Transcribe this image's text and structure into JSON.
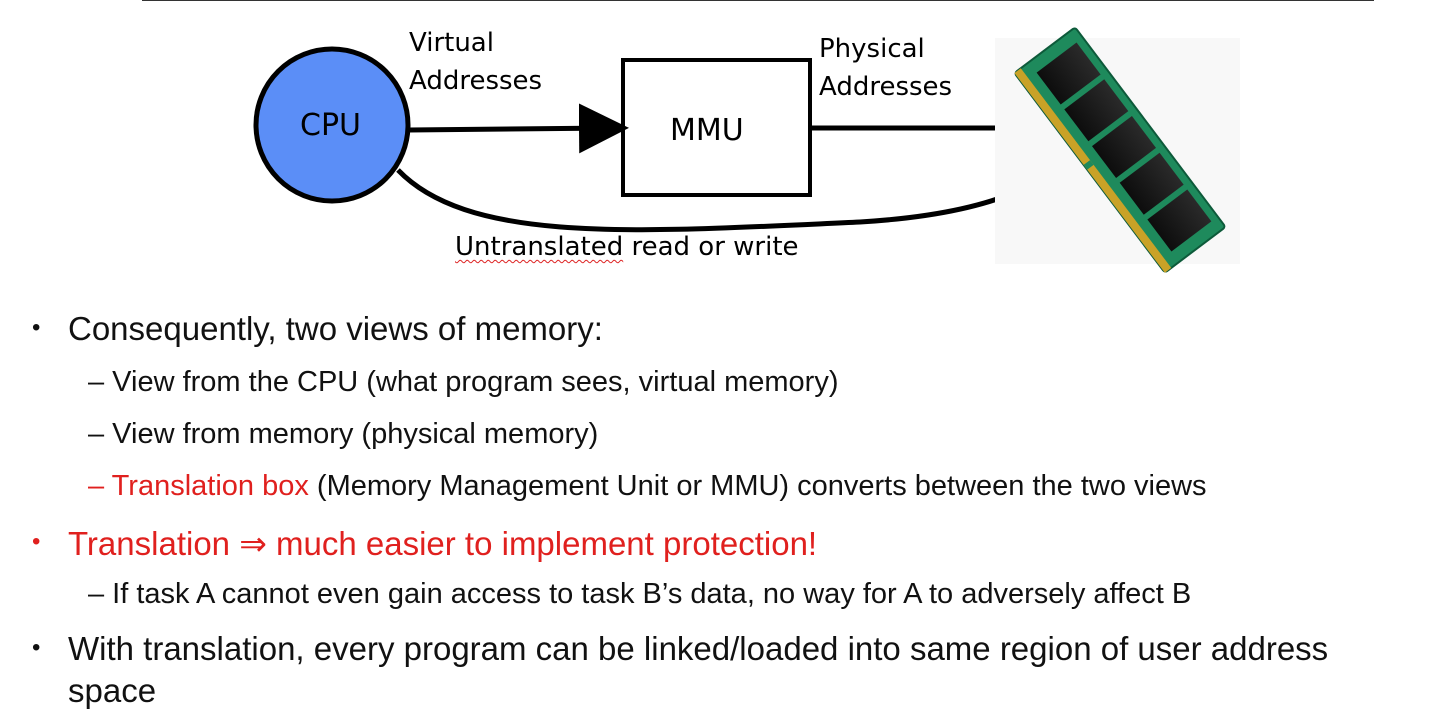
{
  "diagram": {
    "cpu_label": "CPU",
    "mmu_label": "MMU",
    "virtual_label_line1": "Virtual",
    "virtual_label_line2": "Addresses",
    "physical_label_line1": "Physical",
    "physical_label_line2": "Addresses",
    "untranslated_prefix": "Untranslated",
    "untranslated_rest": " read or write"
  },
  "bullets": {
    "b1": "Consequently, two views of memory:",
    "b1_sub1": "– View from the CPU (what program sees, virtual memory)",
    "b1_sub2": "– View from memory (physical memory)",
    "b1_sub3_red": "– Translation box",
    "b1_sub3_rest": " (Memory Management Unit or MMU) converts between the two views",
    "b2": "Translation ⇒ much easier to implement protection!",
    "b2_sub1": "– If task A cannot even gain access to task B’s data, no way for A to adversely affect B",
    "b3_line1": "With translation, every program can be linked/loaded into same region of user address",
    "b3_line2": "space",
    "bullet_char": "•"
  },
  "colors": {
    "cpu_fill": "#5b8ef7",
    "accent_red": "#e0201e",
    "ram_pcb": "#1e8a5c"
  }
}
